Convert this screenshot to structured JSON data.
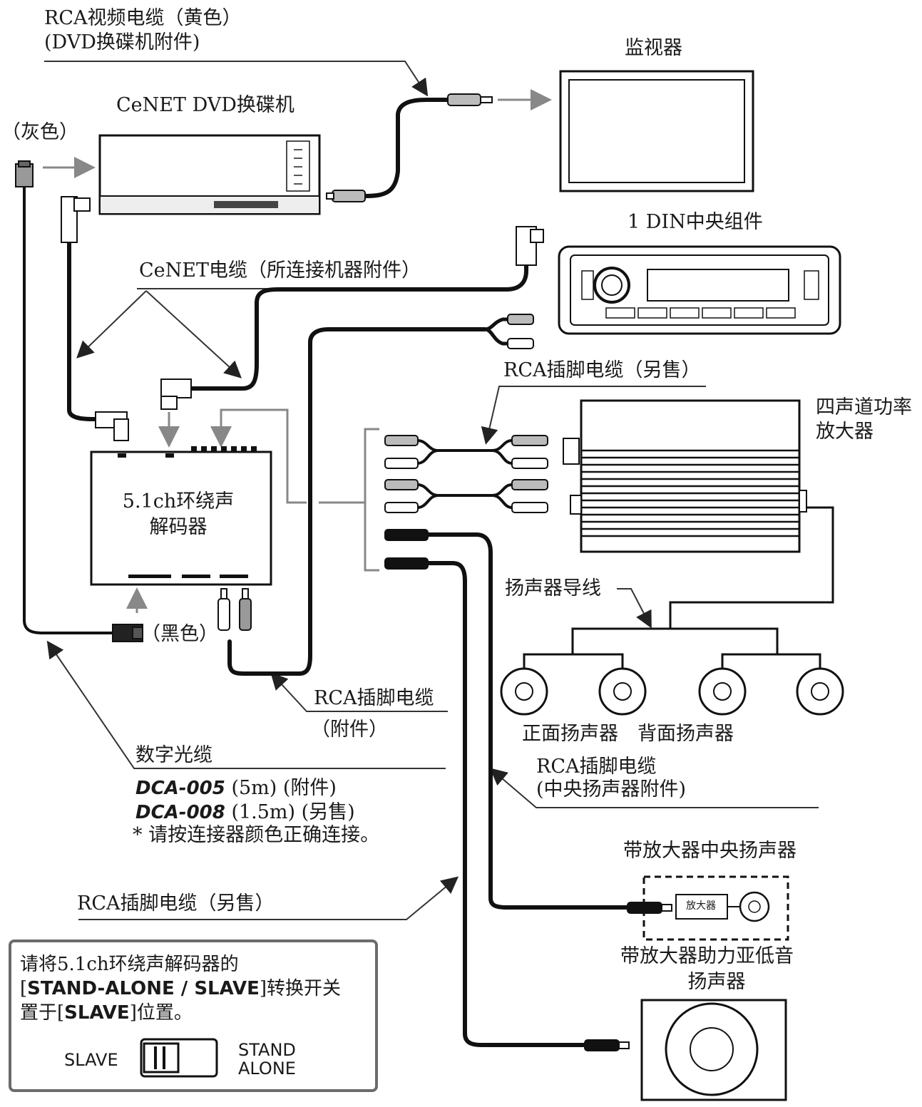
{
  "labels": {
    "rca_video_line1": "RCA视频电缆（黄色）",
    "rca_video_line2": "(DVD换碟机附件)",
    "monitor": "监视器",
    "dvd_changer": "CeNET DVD换碟机",
    "gray": "（灰色）",
    "din_unit": "1 DIN中央组件",
    "cenet_cable": "CeNET电缆（所连接机器附件）",
    "rca_pin_sold_top": "RCA插脚电缆（另售）",
    "amp4_line1": "四声道功率",
    "amp4_line2": "放大器",
    "decoder_line1": "5.1ch环绕声",
    "decoder_line2": "解码器",
    "speaker_wire": "扬声器导线",
    "black": "（黑色）",
    "rca_pin_acc_line1": "RCA插脚电缆",
    "rca_pin_acc_line2": "（附件）",
    "front_speaker": "正面扬声器",
    "rear_speaker": "背面扬声器",
    "optical": "数字光缆",
    "dca005_model": "DCA-005",
    "dca005_rest": "(5m) (附件)",
    "dca008_model": "DCA-008",
    "dca008_rest": "(1.5m) (另售)",
    "connect_note": "* 请按连接器颜色正确连接。",
    "rca_center_line1": "RCA插脚电缆",
    "rca_center_line2": "(中央扬声器附件)",
    "center_speaker": "带放大器中央扬声器",
    "amp_small": "放大器",
    "rca_pin_sold_bottom": "RCA插脚电缆（另售）",
    "subwoofer_line1": "带放大器助力亚低音",
    "subwoofer_line2": "扬声器"
  },
  "note": {
    "line1": "请将5.1ch环绕声解码器的",
    "line2_pre": "[",
    "line2_bold": "STAND-ALONE / SLAVE",
    "line2_post": "]转换开关",
    "line3_pre": "置于[",
    "line3_bold": "SLAVE",
    "line3_post": "]位置。",
    "switch_left": "SLAVE",
    "switch_right_1": "STAND",
    "switch_right_2": "ALONE"
  }
}
